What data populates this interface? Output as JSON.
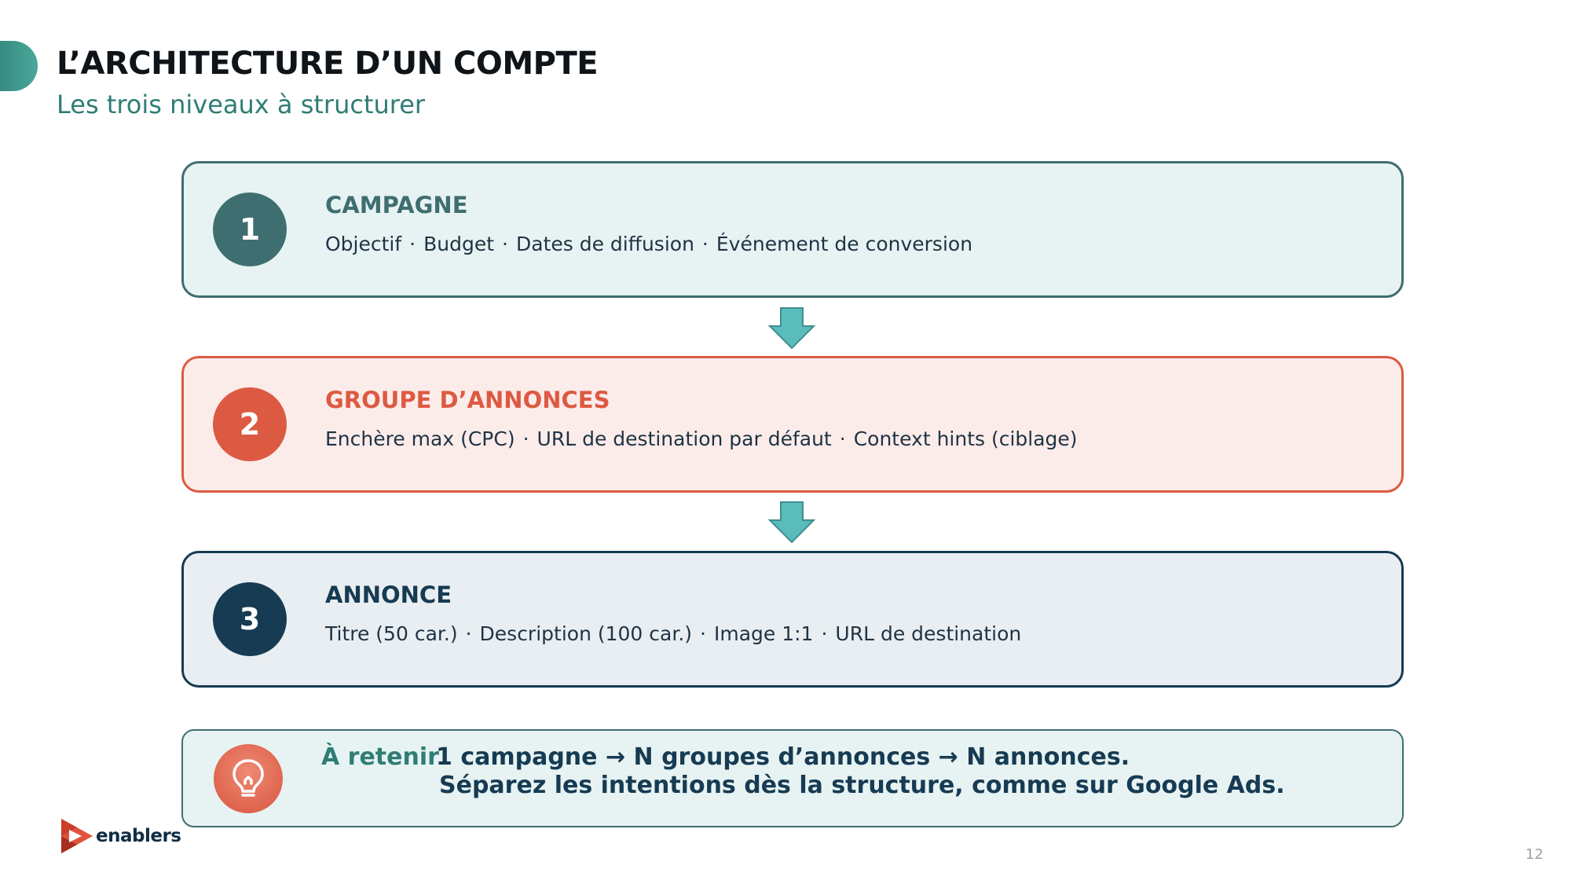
{
  "header": {
    "title": "L’ARCHITECTURE D’UN COMPTE",
    "subtitle": "Les trois niveaux à structurer"
  },
  "levels": [
    {
      "number": "1",
      "title": "CAMPAGNE",
      "items": [
        "Objectif",
        "Budget",
        "Dates de diffusion",
        "Événement de conversion"
      ],
      "color": "#3f6e70",
      "background": "#e7f3f2"
    },
    {
      "number": "2",
      "title": "GROUPE D’ANNONCES",
      "items": [
        "Enchère max (CPC)",
        "URL de destination par défaut",
        "Context hints (ciblage)"
      ],
      "color": "#dd5a42",
      "background": "#fbecea"
    },
    {
      "number": "3",
      "title": "ANNONCE",
      "items": [
        "Titre (50 car.)",
        "Description (100 car.)",
        "Image 1:1",
        "URL de destination"
      ],
      "color": "#163b53",
      "background": "#e9eef2"
    }
  ],
  "separator": "·",
  "arrow_color": "#5bbcbc",
  "tip": {
    "icon": "lightbulb-icon",
    "label": "À retenir",
    "line1": "1 campagne → N groupes d’annonces → N annonces.",
    "line2": "Séparez les intentions dès la structure, comme sur Google Ads."
  },
  "logo": {
    "text": "enablers",
    "icon": "play-logo-icon"
  },
  "page_number": "12"
}
